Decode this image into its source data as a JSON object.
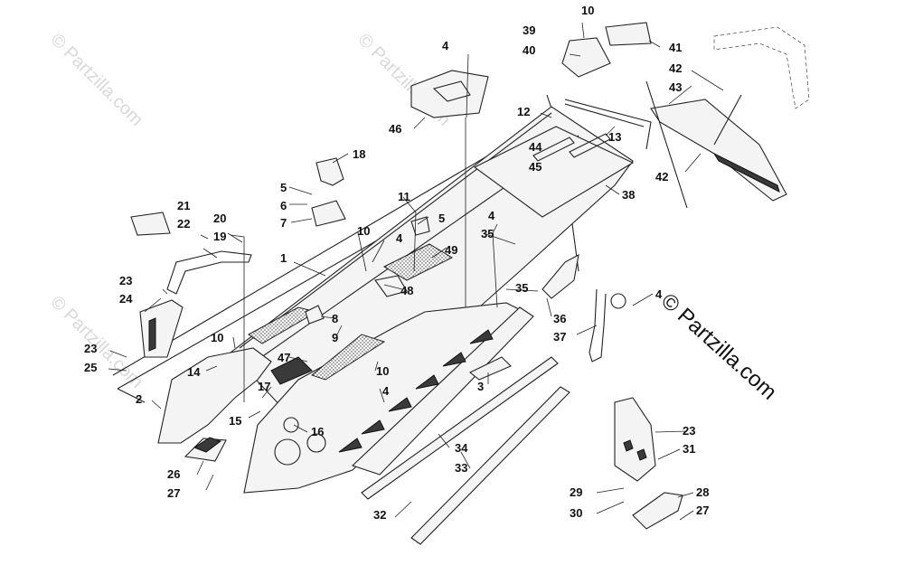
{
  "watermarks": {
    "faint": "© Partzilla.com",
    "corner": "© Partzilla.com"
  },
  "labels": {
    "p1": "1",
    "p2": "2",
    "p3": "3",
    "p4a": "4",
    "p4b": "4",
    "p4c": "4",
    "p4d": "4",
    "p4e": "4",
    "p5a": "5",
    "p5b": "5",
    "p6": "6",
    "p7": "7",
    "p8": "8",
    "p9": "9",
    "p10a": "10",
    "p10b": "10",
    "p10c": "10",
    "p10d": "10",
    "p11": "11",
    "p12": "12",
    "p13": "13",
    "p14": "14",
    "p15": "15",
    "p16": "16",
    "p17": "17",
    "p18": "18",
    "p19": "19",
    "p20": "20",
    "p21": "21",
    "p22": "22",
    "p23a": "23",
    "p23b": "23",
    "p23c": "23",
    "p24": "24",
    "p25": "25",
    "p26": "26",
    "p27a": "27",
    "p27b": "27",
    "p28": "28",
    "p29": "29",
    "p30": "30",
    "p31": "31",
    "p32": "32",
    "p33": "33",
    "p34": "34",
    "p35a": "35",
    "p35b": "35",
    "p36": "36",
    "p37": "37",
    "p38": "38",
    "p39": "39",
    "p40": "40",
    "p41": "41",
    "p42a": "42",
    "p42b": "42",
    "p43": "43",
    "p44": "44",
    "p45": "45",
    "p46": "46",
    "p47": "47",
    "p48": "48",
    "p49": "49"
  }
}
